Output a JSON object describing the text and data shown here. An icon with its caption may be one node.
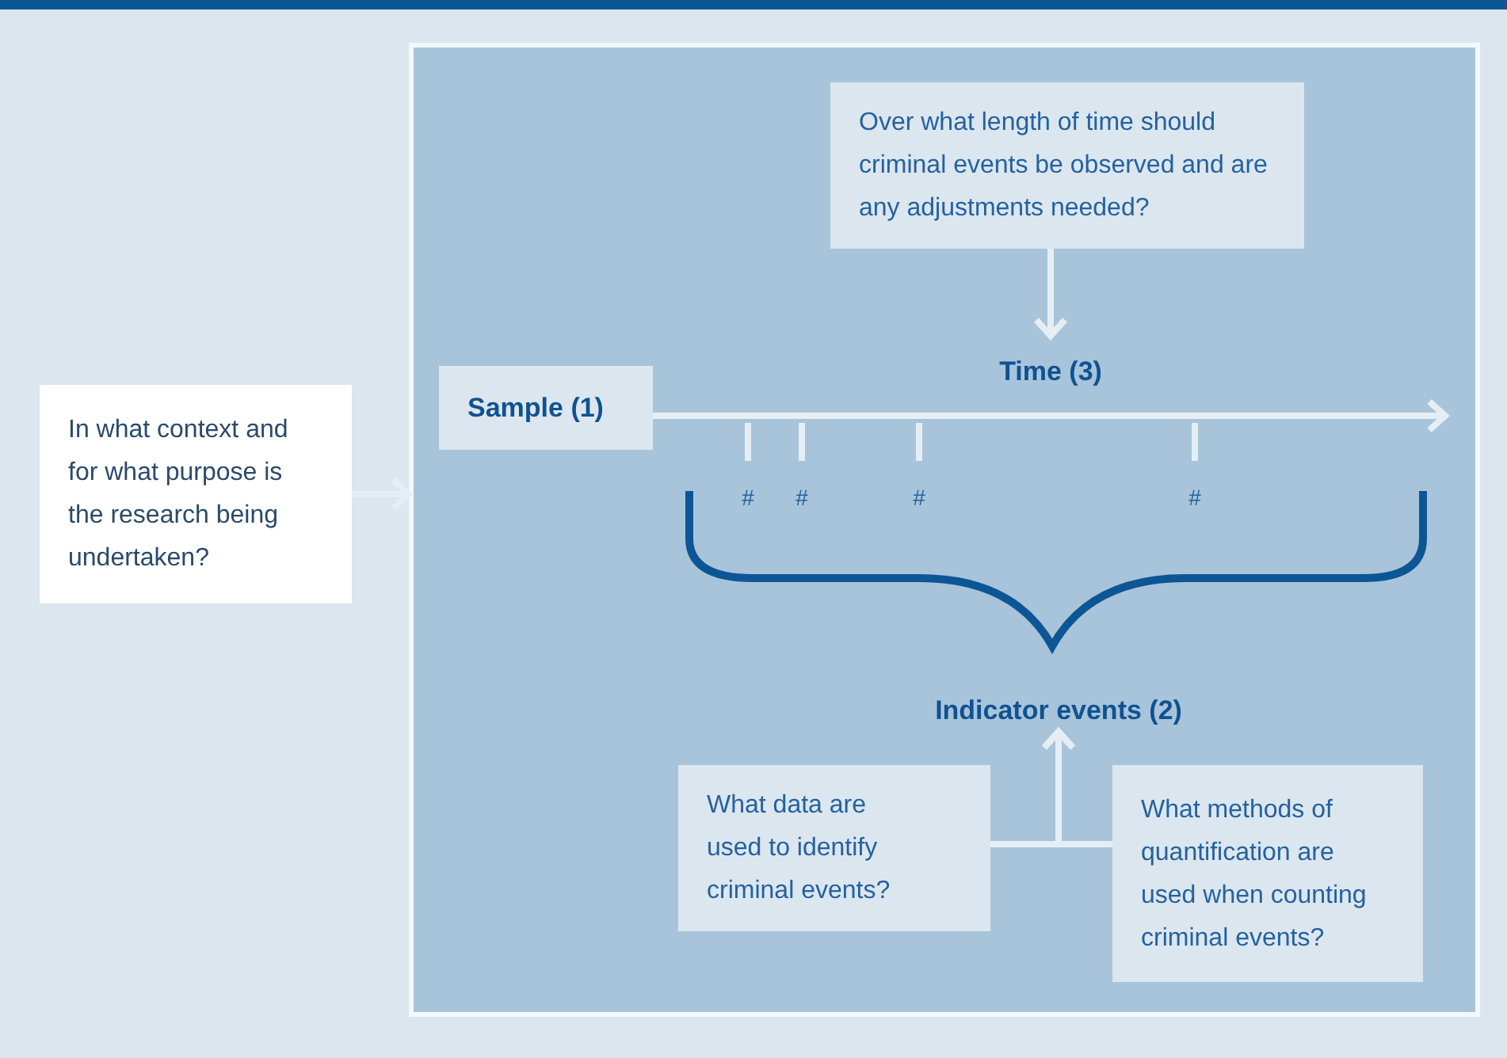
{
  "diagram": {
    "nodes": [
      {
        "text": [],
        "shape": "box"
      },
      {
        "text": [
          "In what context and for what purpose is the research being undertaken?"
        ]
      },
      {
        "text": [
          "Over what length of time should criminal events be observed and are any adjustments needed?"
        ],
        "in": 0
      },
      {
        "text": [
          "Sample (1)"
        ],
        "in": 0
      },
      {
        "text": [
          "Time (3)"
        ],
        "in": 0
      },
      {
        "text": [
          "Indicator events (2)"
        ],
        "in": 0
      },
      {
        "text": [
          "What data are used to identify criminal events?"
        ],
        "in": 0
      },
      {
        "text": [
          "What methods of quantification are used when counting criminal events?"
        ],
        "in": 0
      }
    ],
    "edges": [
      {
        "from": 1,
        "to": 0,
        "arrow": "to"
      },
      {
        "from": 2,
        "to": 4,
        "arrow": "to"
      },
      {
        "from": 3,
        "to": null,
        "arrow": "to"
      },
      {
        "from": 6,
        "to": 5,
        "arrow": "to"
      },
      {
        "from": 7,
        "to": 5,
        "arrow": "to"
      }
    ],
    "labels": [
      "#",
      "#",
      "#",
      "#"
    ]
  }
}
